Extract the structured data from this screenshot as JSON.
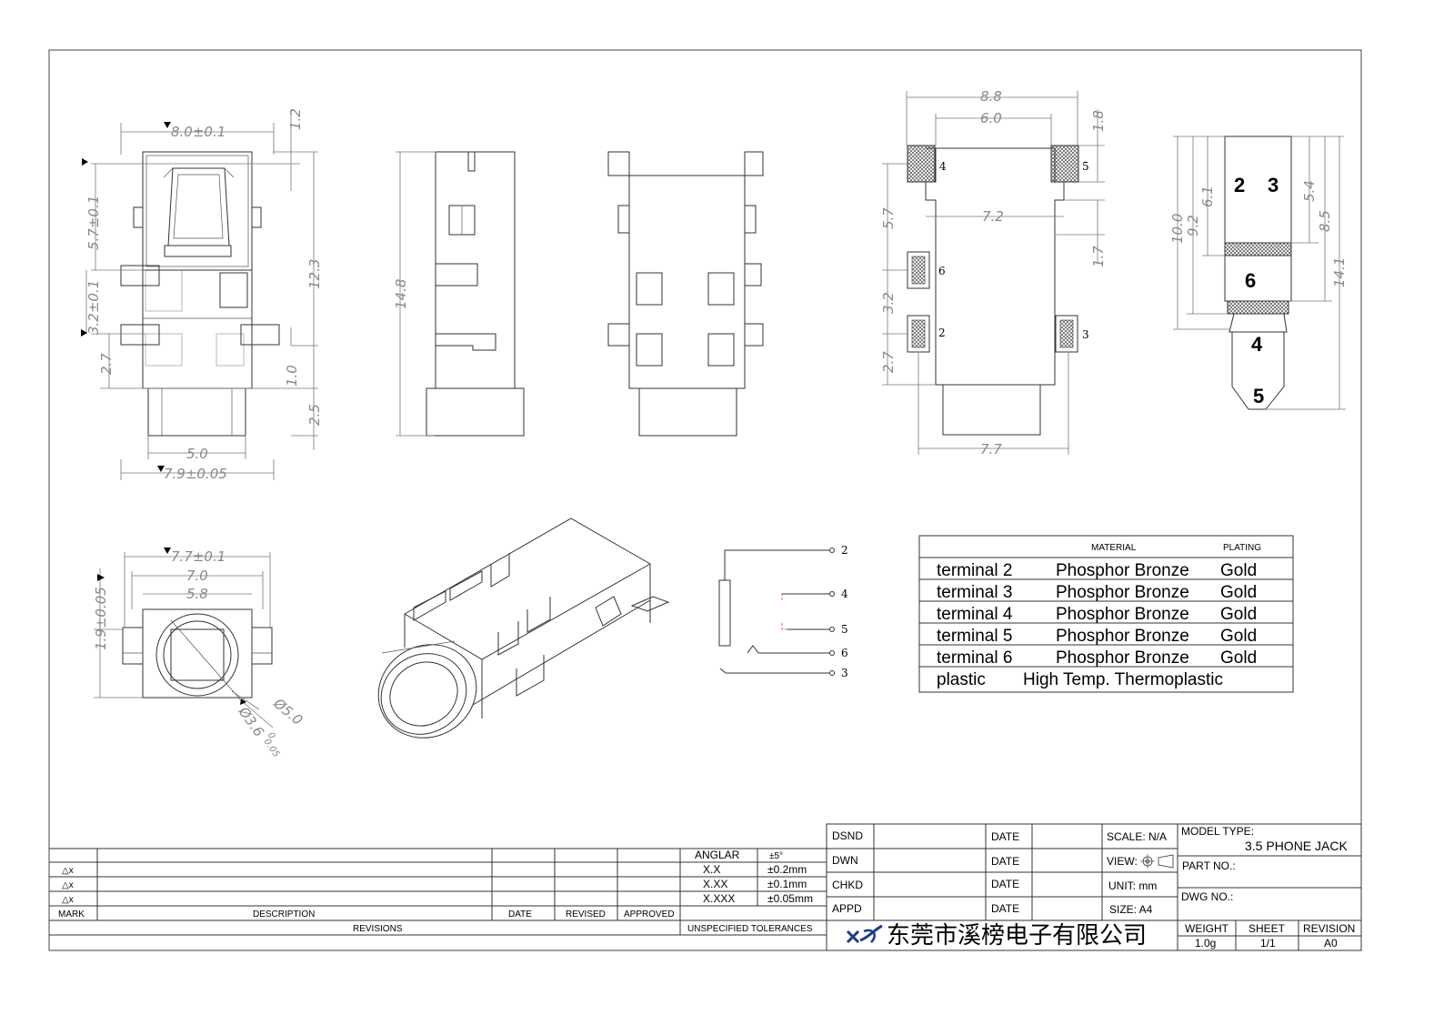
{
  "front_view": {
    "dims": [
      "8.0±0.1",
      "1.2",
      "5.7±0.1",
      "12.3",
      "3.2±0.1",
      "2.7",
      "1.0",
      "2.5",
      "5.0",
      "7.9±0.05"
    ]
  },
  "side_view": {
    "dims": [
      "14.8"
    ]
  },
  "footprint": {
    "dims": [
      "8.8",
      "6.0",
      "1.8",
      "5.7",
      "7.2",
      "1.7",
      "3.2",
      "2.7",
      "7.7"
    ],
    "pads": [
      "4",
      "5",
      "6",
      "2",
      "3"
    ]
  },
  "plug": {
    "dims": [
      "10.0",
      "9.2",
      "6.1",
      "5.4",
      "8.5",
      "14.1"
    ],
    "segments": [
      "2",
      "3",
      "6",
      "4",
      "5"
    ]
  },
  "end_view": {
    "dims": [
      "7.7±0.1",
      "7.0",
      "5.8",
      "1.9±0.05",
      "Ø5.0",
      "Ø3.6",
      "0",
      "0.05"
    ]
  },
  "schematic": {
    "pins": [
      "2",
      "4",
      "5",
      "6",
      "3"
    ]
  },
  "material_table": {
    "headers": [
      "MATERIAL",
      "PLATING"
    ],
    "rows": [
      {
        "item": "terminal 2",
        "material": "Phosphor Bronze",
        "plating": "Gold"
      },
      {
        "item": "terminal 3",
        "material": "Phosphor Bronze",
        "plating": "Gold"
      },
      {
        "item": "terminal 4",
        "material": "Phosphor Bronze",
        "plating": "Gold"
      },
      {
        "item": "terminal 5",
        "material": "Phosphor Bronze",
        "plating": "Gold"
      },
      {
        "item": "terminal 6",
        "material": "Phosphor Bronze",
        "plating": "Gold"
      }
    ],
    "plastic_row": {
      "item": "plastic",
      "material": "High Temp. Thermoplastic"
    }
  },
  "revisions_block": {
    "marks": [
      "△x",
      "△x",
      "△x"
    ],
    "headers": {
      "mark": "MARK",
      "description": "DESCRIPTION",
      "date": "DATE",
      "revised": "REVISED",
      "approved": "APPROVED"
    },
    "footer": "REVISIONS",
    "tolerances_title": "UNSPECIFIED TOLERANCES",
    "tolerances": [
      {
        "label": "ANGLAR",
        "value": "±5°"
      },
      {
        "label": "X.X",
        "value": "±0.2mm"
      },
      {
        "label": "X.XX",
        "value": "±0.1mm"
      },
      {
        "label": "X.XXX",
        "value": "±0.05mm"
      }
    ]
  },
  "title_block": {
    "signoffs": [
      "DSND",
      "DWN",
      "CHKD",
      "APPD"
    ],
    "date_label": "DATE",
    "scale": "SCALE: N/A",
    "view": "VIEW:",
    "unit": "UNIT: mm",
    "size": "SIZE: A4",
    "model_type_label": "MODEL TYPE:",
    "model_type": "3.5 PHONE JACK",
    "part_no_label": "PART NO.:",
    "dwg_no_label": "DWG NO.:",
    "company": "东莞市溪榜电子有限公司",
    "weight_label": "WEIGHT",
    "weight": "1.0g",
    "sheet_label": "SHEET",
    "sheet": "1/1",
    "revision_label": "REVISION",
    "revision": "A0"
  }
}
